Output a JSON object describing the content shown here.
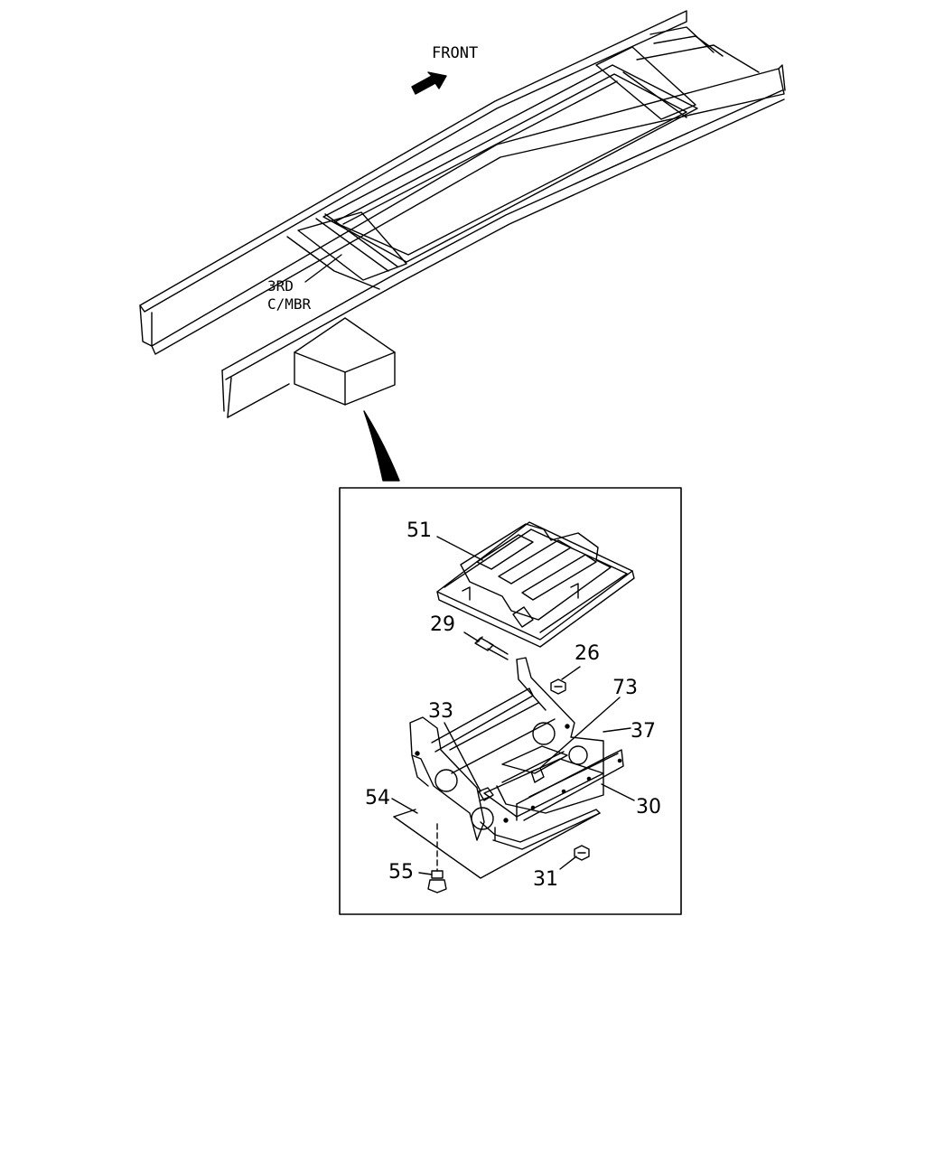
{
  "diagram": {
    "frame_labels": {
      "front": "FRONT",
      "crossmember_line1": "3RD",
      "crossmember_line2": "C/MBR"
    },
    "callouts": [
      "51",
      "29",
      "26",
      "73",
      "33",
      "37",
      "54",
      "30",
      "55",
      "31"
    ]
  }
}
